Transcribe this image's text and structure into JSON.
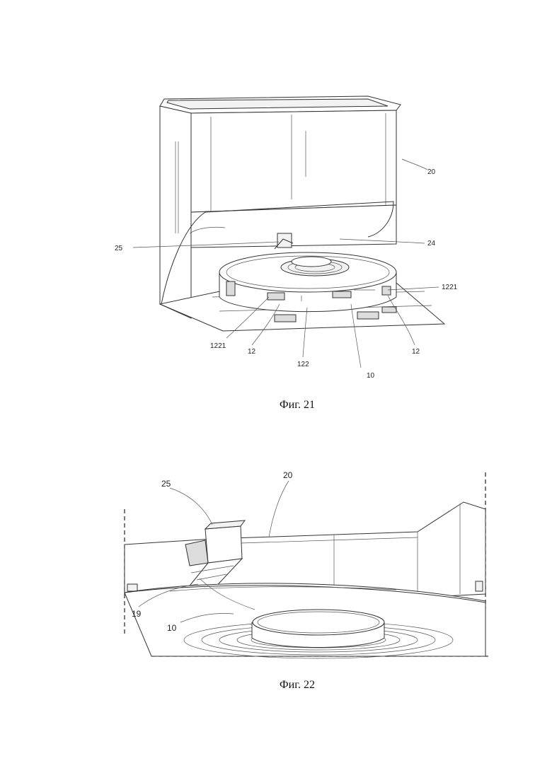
{
  "figure_21": {
    "caption": "Фиг. 21",
    "labels": {
      "l20": "20",
      "l25": "25",
      "l24": "24",
      "l1221_right": "1221",
      "l1221_left": "1221",
      "l12_left": "12",
      "l122": "122",
      "l10": "10",
      "l12_right": "12"
    }
  },
  "figure_22": {
    "caption": "Фиг. 22",
    "labels": {
      "l25": "25",
      "l20": "20",
      "l19": "19",
      "l10": "10"
    }
  }
}
